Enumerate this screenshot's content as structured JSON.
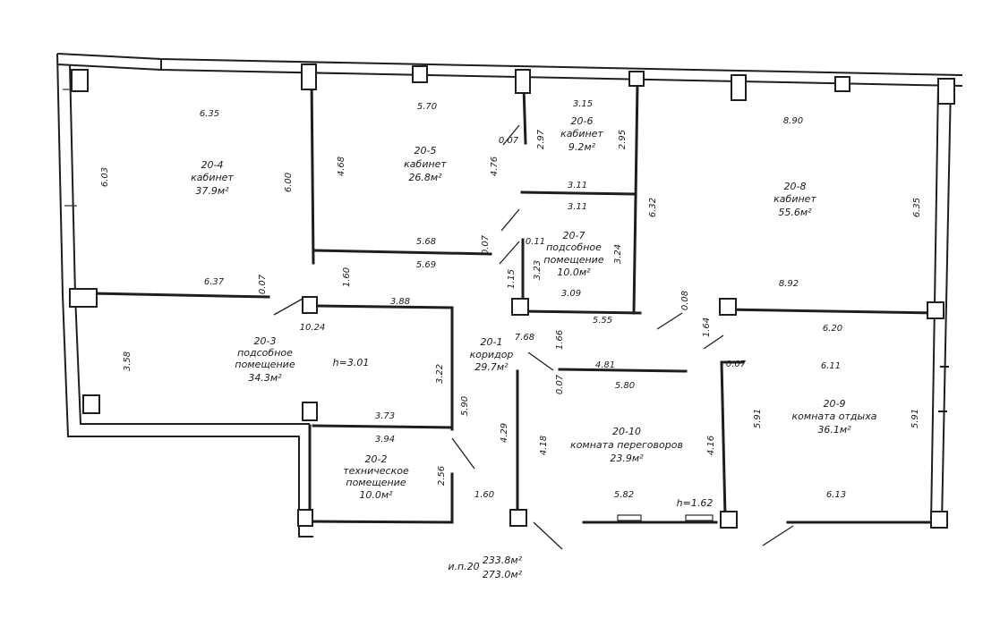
{
  "rooms": {
    "r20_4": {
      "number": "20-4",
      "name": "кабинет",
      "area": "37.9м²"
    },
    "r20_5": {
      "number": "20-5",
      "name": "кабинет",
      "area": "26.8м²"
    },
    "r20_6": {
      "number": "20-6",
      "name": "кабинет",
      "area": "9.2м²"
    },
    "r20_7": {
      "number": "20-7",
      "name1": "подсобное",
      "name2": "помещение",
      "area": "10.0м²"
    },
    "r20_8": {
      "number": "20-8",
      "name": "кабинет",
      "area": "55.6м²"
    },
    "r20_3": {
      "number": "20-3",
      "name1": "подсобное",
      "name2": "помещение",
      "area": "34.3м²",
      "height": "h=3.01"
    },
    "r20_1": {
      "number": "20-1",
      "name": "коридор",
      "area": "29.7м²"
    },
    "r20_2": {
      "number": "20-2",
      "name1": "техническое",
      "name2": "помещение",
      "area": "10.0м²"
    },
    "r20_10": {
      "number": "20-10",
      "name": "комната переговоров",
      "area": "23.9м²",
      "height": "h=1.62"
    },
    "r20_9": {
      "number": "20-9",
      "name": "комната отдыха",
      "area": "36.1м²"
    }
  },
  "dimensions": {
    "d635a": "6.35",
    "d570": "5.70",
    "d315": "3.15",
    "d890": "8.90",
    "d603": "6.03",
    "d600": "6.00",
    "d468": "4.68",
    "d476": "4.76",
    "d007a": "0.07",
    "d297": "2.97",
    "d295": "2.95",
    "d311a": "3.11",
    "d311b": "3.11",
    "d632": "6.32",
    "d635b": "6.35",
    "d568": "5.68",
    "d569": "5.69",
    "d007b": "0.07",
    "d011": "0.11",
    "d324": "3.24",
    "d323": "3.23",
    "d115": "1.15",
    "d309": "3.09",
    "d637": "6.37",
    "d007c": "0.07",
    "d160a": "1.60",
    "d388": "3.88",
    "d1024": "10.24",
    "d892": "8.92",
    "d008": "0.08",
    "d555": "5.55",
    "d164": "1.64",
    "d620": "6.20",
    "d768": "7.68",
    "d166": "1.66",
    "d358": "3.58",
    "d322": "3.22",
    "d481": "4.81",
    "d007d": "0.07",
    "d007e": "0.07",
    "d611": "6.11",
    "d580": "5.80",
    "d590": "5.90",
    "d373": "3.73",
    "d591a": "5.91",
    "d591b": "5.91",
    "d394": "3.94",
    "d429": "4.29",
    "d418": "4.18",
    "d416": "4.16",
    "d256": "2.56",
    "d160b": "1.60",
    "d582": "5.82",
    "d613": "6.13"
  },
  "totals": {
    "label": "и.п.20",
    "area1": "233.8м²",
    "area2": "273.0м²"
  }
}
